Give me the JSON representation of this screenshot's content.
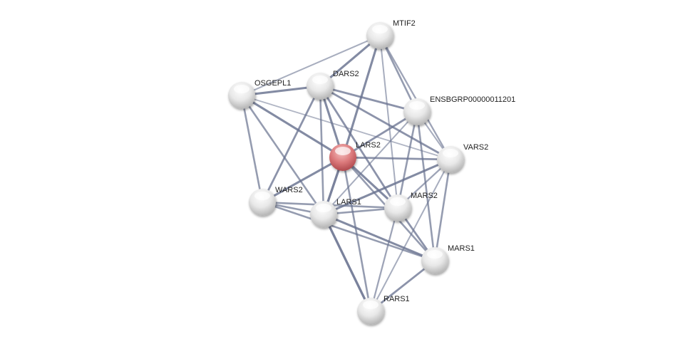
{
  "network": {
    "colors": {
      "edge": "#6a7390",
      "node": "#e6e6e6",
      "query_node": "#d9787a"
    },
    "nodes": [
      {
        "id": "MTIF2",
        "label": "MTIF2",
        "query": false
      },
      {
        "id": "DARS2",
        "label": "DARS2",
        "query": false
      },
      {
        "id": "OSGEPL1",
        "label": "OSGEPL1",
        "query": false
      },
      {
        "id": "ENSBGRP00000011201",
        "label": "ENSBGRP00000011201",
        "query": false
      },
      {
        "id": "LARS2",
        "label": "LARS2",
        "query": true
      },
      {
        "id": "VARS2",
        "label": "VARS2",
        "query": false
      },
      {
        "id": "WARS2",
        "label": "WARS2",
        "query": false
      },
      {
        "id": "LARS1",
        "label": "LARS1",
        "query": false
      },
      {
        "id": "MARS2",
        "label": "MARS2",
        "query": false
      },
      {
        "id": "MARS1",
        "label": "MARS1",
        "query": false
      },
      {
        "id": "RARS1",
        "label": "RARS1",
        "query": false
      }
    ],
    "edges": [
      [
        "MTIF2",
        "OSGEPL1",
        0.4
      ],
      [
        "MTIF2",
        "DARS2",
        0.8
      ],
      [
        "MTIF2",
        "LARS2",
        0.8
      ],
      [
        "MTIF2",
        "ENSBGRP00000011201",
        0.6
      ],
      [
        "MTIF2",
        "VARS2",
        0.5
      ],
      [
        "MTIF2",
        "MARS2",
        0.4
      ],
      [
        "OSGEPL1",
        "DARS2",
        0.8
      ],
      [
        "OSGEPL1",
        "LARS2",
        0.8
      ],
      [
        "OSGEPL1",
        "WARS2",
        0.6
      ],
      [
        "OSGEPL1",
        "LARS1",
        0.6
      ],
      [
        "OSGEPL1",
        "VARS2",
        0.3
      ],
      [
        "DARS2",
        "ENSBGRP00000011201",
        0.7
      ],
      [
        "DARS2",
        "VARS2",
        0.7
      ],
      [
        "DARS2",
        "LARS2",
        0.8
      ],
      [
        "DARS2",
        "WARS2",
        0.7
      ],
      [
        "DARS2",
        "LARS1",
        0.6
      ],
      [
        "DARS2",
        "MARS2",
        0.7
      ],
      [
        "ENSBGRP00000011201",
        "LARS2",
        0.7
      ],
      [
        "ENSBGRP00000011201",
        "LARS1",
        0.4
      ],
      [
        "ENSBGRP00000011201",
        "MARS2",
        0.6
      ],
      [
        "ENSBGRP00000011201",
        "MARS1",
        0.6
      ],
      [
        "ENSBGRP00000011201",
        "VARS2",
        0.4
      ],
      [
        "LARS2",
        "VARS2",
        0.7
      ],
      [
        "LARS2",
        "WARS2",
        0.8
      ],
      [
        "LARS2",
        "LARS1",
        0.9
      ],
      [
        "LARS2",
        "MARS2",
        0.8
      ],
      [
        "LARS2",
        "MARS1",
        0.6
      ],
      [
        "LARS2",
        "RARS1",
        0.6
      ],
      [
        "VARS2",
        "LARS1",
        0.8
      ],
      [
        "VARS2",
        "MARS2",
        0.5
      ],
      [
        "VARS2",
        "MARS1",
        0.6
      ],
      [
        "VARS2",
        "RARS1",
        0.4
      ],
      [
        "WARS2",
        "LARS1",
        0.6
      ],
      [
        "WARS2",
        "MARS2",
        0.6
      ],
      [
        "WARS2",
        "MARS1",
        0.6
      ],
      [
        "LARS1",
        "MARS2",
        0.6
      ],
      [
        "LARS1",
        "MARS1",
        0.8
      ],
      [
        "LARS1",
        "RARS1",
        0.9
      ],
      [
        "MARS2",
        "MARS1",
        0.7
      ],
      [
        "MARS2",
        "RARS1",
        0.5
      ],
      [
        "MARS1",
        "RARS1",
        0.7
      ]
    ]
  }
}
